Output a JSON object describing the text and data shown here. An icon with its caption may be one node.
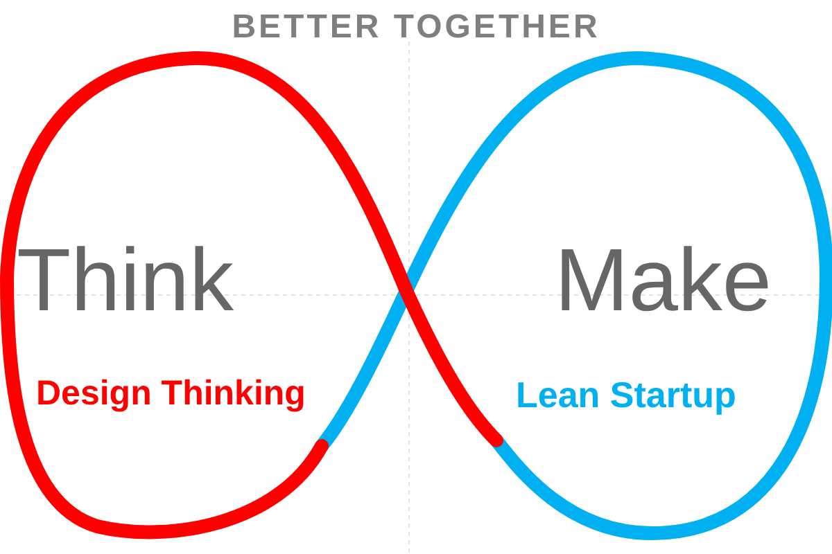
{
  "diagram": {
    "title": "BETTER TOGETHER",
    "labels": [
      "Think",
      "Design Thinking",
      "Make",
      "Lean Startup"
    ]
  }
}
